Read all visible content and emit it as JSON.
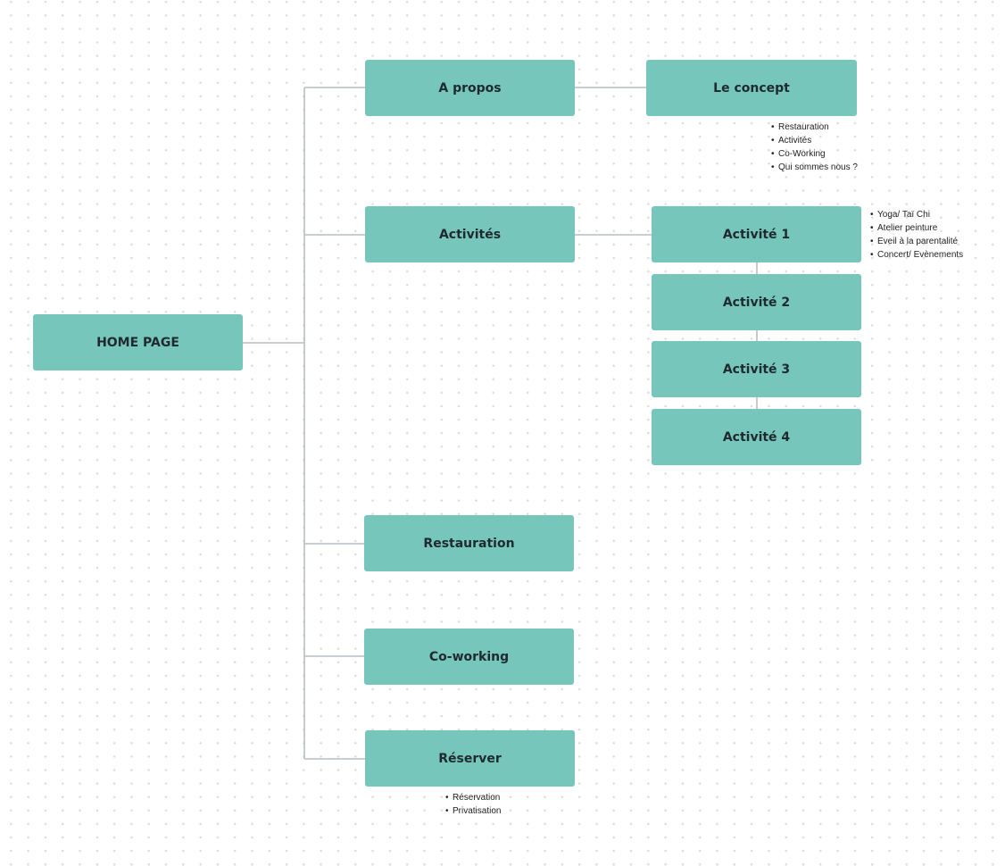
{
  "diagram": {
    "home": {
      "label": "HOME PAGE"
    },
    "a_propos": {
      "label": "A propos"
    },
    "le_concept": {
      "label": "Le concept",
      "notes": [
        "Restauration",
        "Activités",
        "Co-Working",
        "Qui sommes nous ?"
      ]
    },
    "activites": {
      "label": "Activités"
    },
    "activite_1": {
      "label": "Activité 1",
      "notes": [
        "Yoga/ Taï Chi",
        "Atelier peinture",
        "Eveil à la parentalité",
        "Concert/ Evènements"
      ]
    },
    "activite_2": {
      "label": "Activité 2"
    },
    "activite_3": {
      "label": "Activité 3"
    },
    "activite_4": {
      "label": "Activité 4"
    },
    "restauration": {
      "label": "Restauration"
    },
    "co_working": {
      "label": "Co-working"
    },
    "reserver": {
      "label": "Réserver",
      "notes": [
        "Réservation",
        "Privatisation"
      ]
    }
  },
  "colors": {
    "node_fill": "#76c6bb",
    "connector": "#b9bec4",
    "text": "#1f2a2e"
  }
}
